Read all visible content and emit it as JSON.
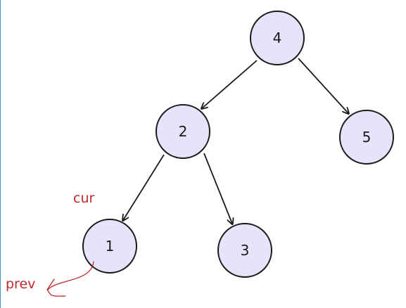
{
  "colors": {
    "node_fill": "#e6e4fb",
    "node_stroke": "#1a1a1a",
    "edge": "#1a1a1a",
    "annotation": "#c0282d",
    "left_edge_bar": "#4a8fd4"
  },
  "nodes": [
    {
      "id": "n4",
      "label": "4"
    },
    {
      "id": "n2",
      "label": "2"
    },
    {
      "id": "n5",
      "label": "5"
    },
    {
      "id": "n1",
      "label": "1"
    },
    {
      "id": "n3",
      "label": "3"
    }
  ],
  "edges": [
    {
      "from": "4",
      "to": "2"
    },
    {
      "from": "4",
      "to": "5"
    },
    {
      "from": "2",
      "to": "1"
    },
    {
      "from": "2",
      "to": "3"
    }
  ],
  "annotations": {
    "cur": "cur",
    "prev": "prev"
  }
}
